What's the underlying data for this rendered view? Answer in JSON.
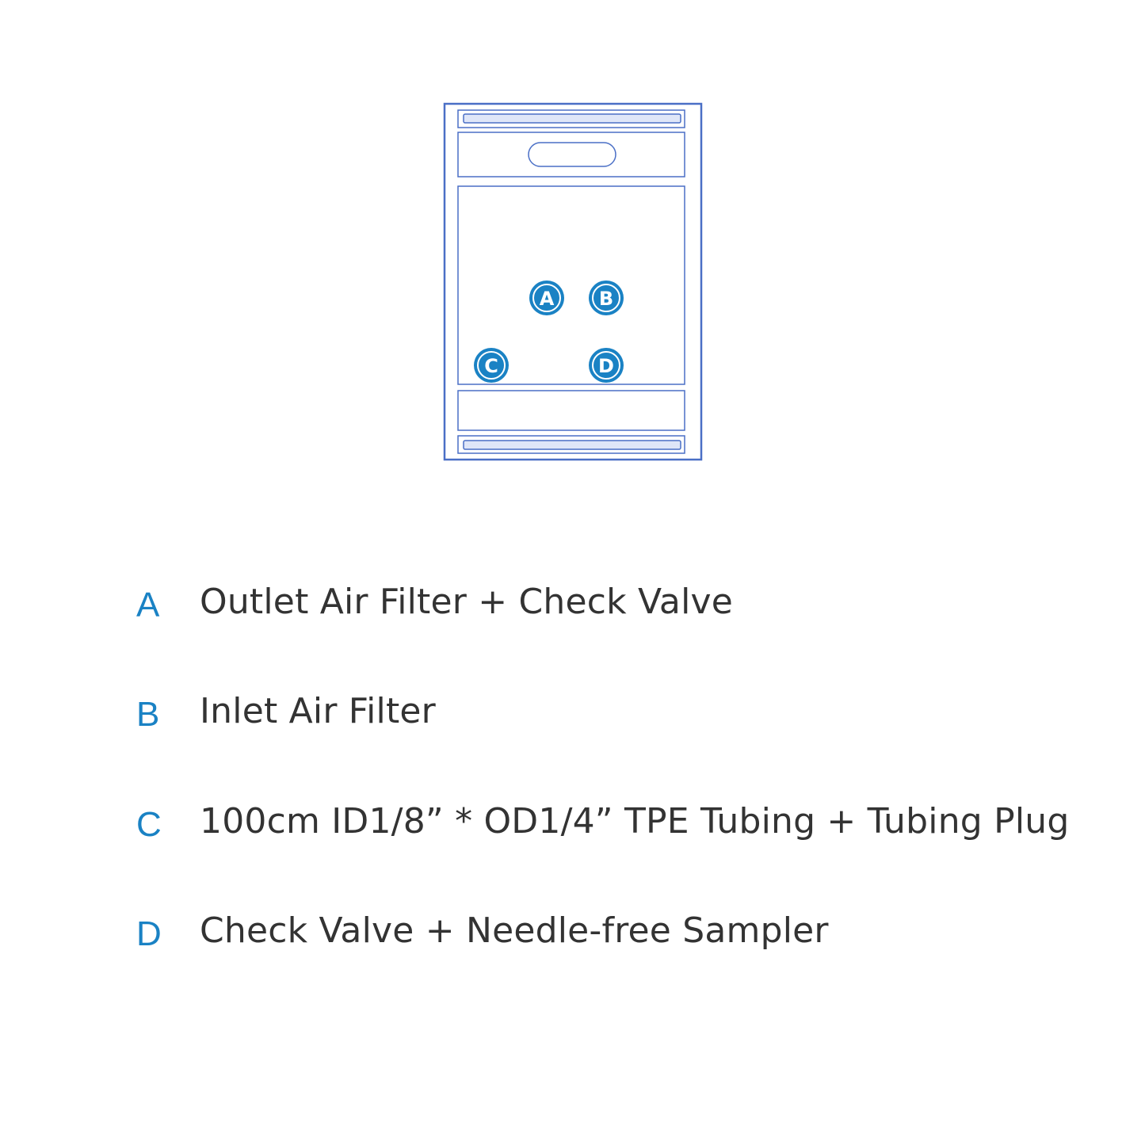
{
  "colors": {
    "outline": "#4a6fc6",
    "bar_fill": "#dfe6f8",
    "marker": "#1a82c4",
    "text": "#333333"
  },
  "markers": [
    {
      "letter": "A"
    },
    {
      "letter": "B"
    },
    {
      "letter": "C"
    },
    {
      "letter": "D"
    }
  ],
  "legend": [
    {
      "letter": "A",
      "text": "Outlet Air Filter + Check Valve"
    },
    {
      "letter": "B",
      "text": "Inlet Air Filter"
    },
    {
      "letter": "C",
      "text": "100cm ID1/8” * OD1/4” TPE Tubing + Tubing Plug"
    },
    {
      "letter": "D",
      "text": "Check Valve + Needle-free Sampler"
    }
  ]
}
